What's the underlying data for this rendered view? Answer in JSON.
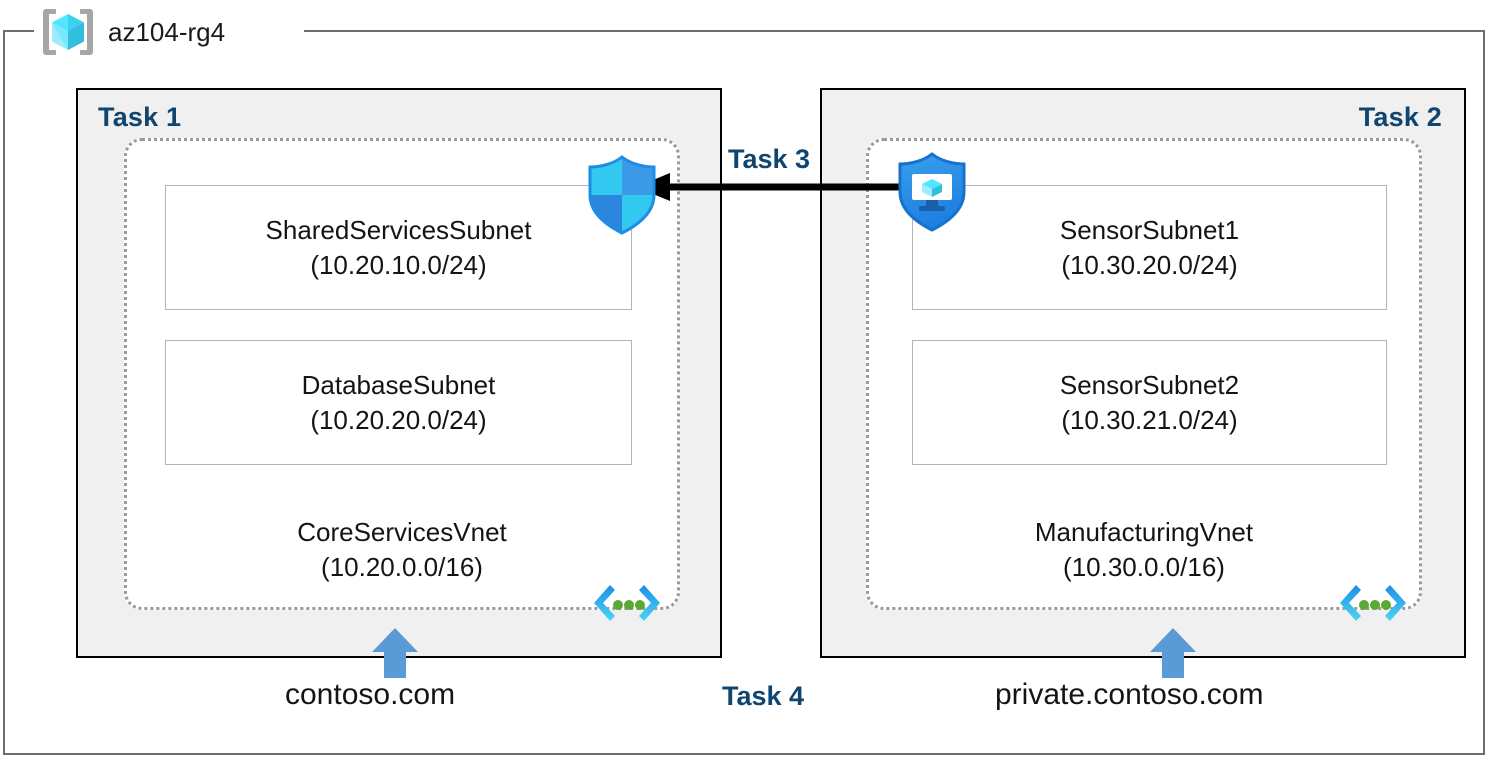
{
  "resource_group": {
    "name": "az104-rg4",
    "icon": "resource-group-cube-icon"
  },
  "tasks": {
    "task1_label": "Task 1",
    "task2_label": "Task 2",
    "task3_label": "Task 3",
    "task4_label": "Task 4"
  },
  "vnets": [
    {
      "id": "core",
      "name": "CoreServicesVnet",
      "cidr": "(10.20.0.0/16)",
      "icon": "virtual-network-icon",
      "subnets": [
        {
          "name": "SharedServicesSubnet",
          "cidr": "(10.20.10.0/24)"
        },
        {
          "name": "DatabaseSubnet",
          "cidr": "(10.20.20.0/24)"
        }
      ]
    },
    {
      "id": "manufacturing",
      "name": "ManufacturingVnet",
      "cidr": "(10.30.0.0/16)",
      "icon": "virtual-network-icon",
      "subnets": [
        {
          "name": "SensorSubnet1",
          "cidr": "(10.30.20.0/24)"
        },
        {
          "name": "SensorSubnet2",
          "cidr": "(10.30.21.0/24)"
        }
      ]
    }
  ],
  "icons": {
    "nsg_shield": "network-security-group-shield-icon",
    "vm_shield": "protected-virtual-machine-shield-icon",
    "peering_arrow": "vnet-peering-arrow-icon",
    "dns_arrow": "dns-zone-up-arrow-icon"
  },
  "dns_zones": [
    {
      "name": "contoso.com"
    },
    {
      "name": "private.contoso.com"
    }
  ],
  "colors": {
    "task_label": "#10456f",
    "panel_fill": "#f0f0f0",
    "panel_border": "#000000",
    "vnet_border": "#9a9a9a",
    "subnet_border": "#b4b4b4",
    "frame_border": "#6d6d6d",
    "azure_cyan": "#32c8f0",
    "azure_blue": "#1f8ce6",
    "dns_arrow_blue": "#5b9bd5",
    "vnet_dot_green": "#5aa932"
  }
}
